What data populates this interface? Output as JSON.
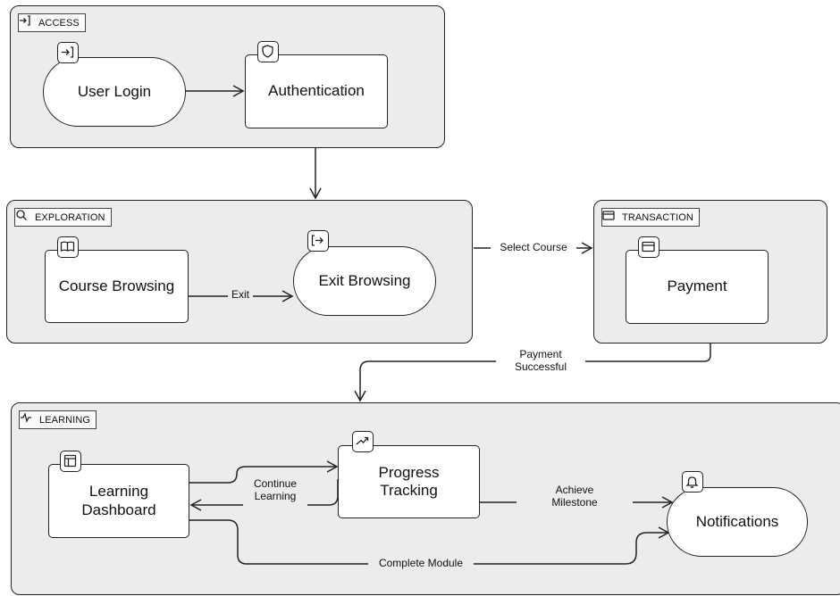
{
  "groups": {
    "access": {
      "label": "ACCESS",
      "icon": "login-arrow-icon"
    },
    "exploration": {
      "label": "EXPLORATION",
      "icon": "search-icon"
    },
    "transaction": {
      "label": "TRANSACTION",
      "icon": "card-icon"
    },
    "learning": {
      "label": "LEARNING",
      "icon": "activity-icon"
    }
  },
  "nodes": {
    "user_login": {
      "label": "User Login",
      "icon": "login-arrow-icon"
    },
    "authentication": {
      "label": "Authentication",
      "icon": "shield-icon"
    },
    "course_browsing": {
      "label": "Course Browsing",
      "icon": "book-icon"
    },
    "exit_browsing": {
      "label": "Exit Browsing",
      "icon": "logout-arrow-icon"
    },
    "payment": {
      "label": "Payment",
      "icon": "card-icon"
    },
    "learning_dashboard": {
      "label": "Learning\nDashboard",
      "icon": "layout-icon"
    },
    "progress_tracking": {
      "label": "Progress\nTracking",
      "icon": "trend-up-icon"
    },
    "notifications": {
      "label": "Notifications",
      "icon": "bell-icon"
    }
  },
  "edges": {
    "exit": "Exit",
    "select_course": "Select Course",
    "payment_successful": "Payment\nSuccessful",
    "continue_learning": "Continue\nLearning",
    "achieve_milestone": "Achieve\nMilestone",
    "complete_module": "Complete Module"
  }
}
